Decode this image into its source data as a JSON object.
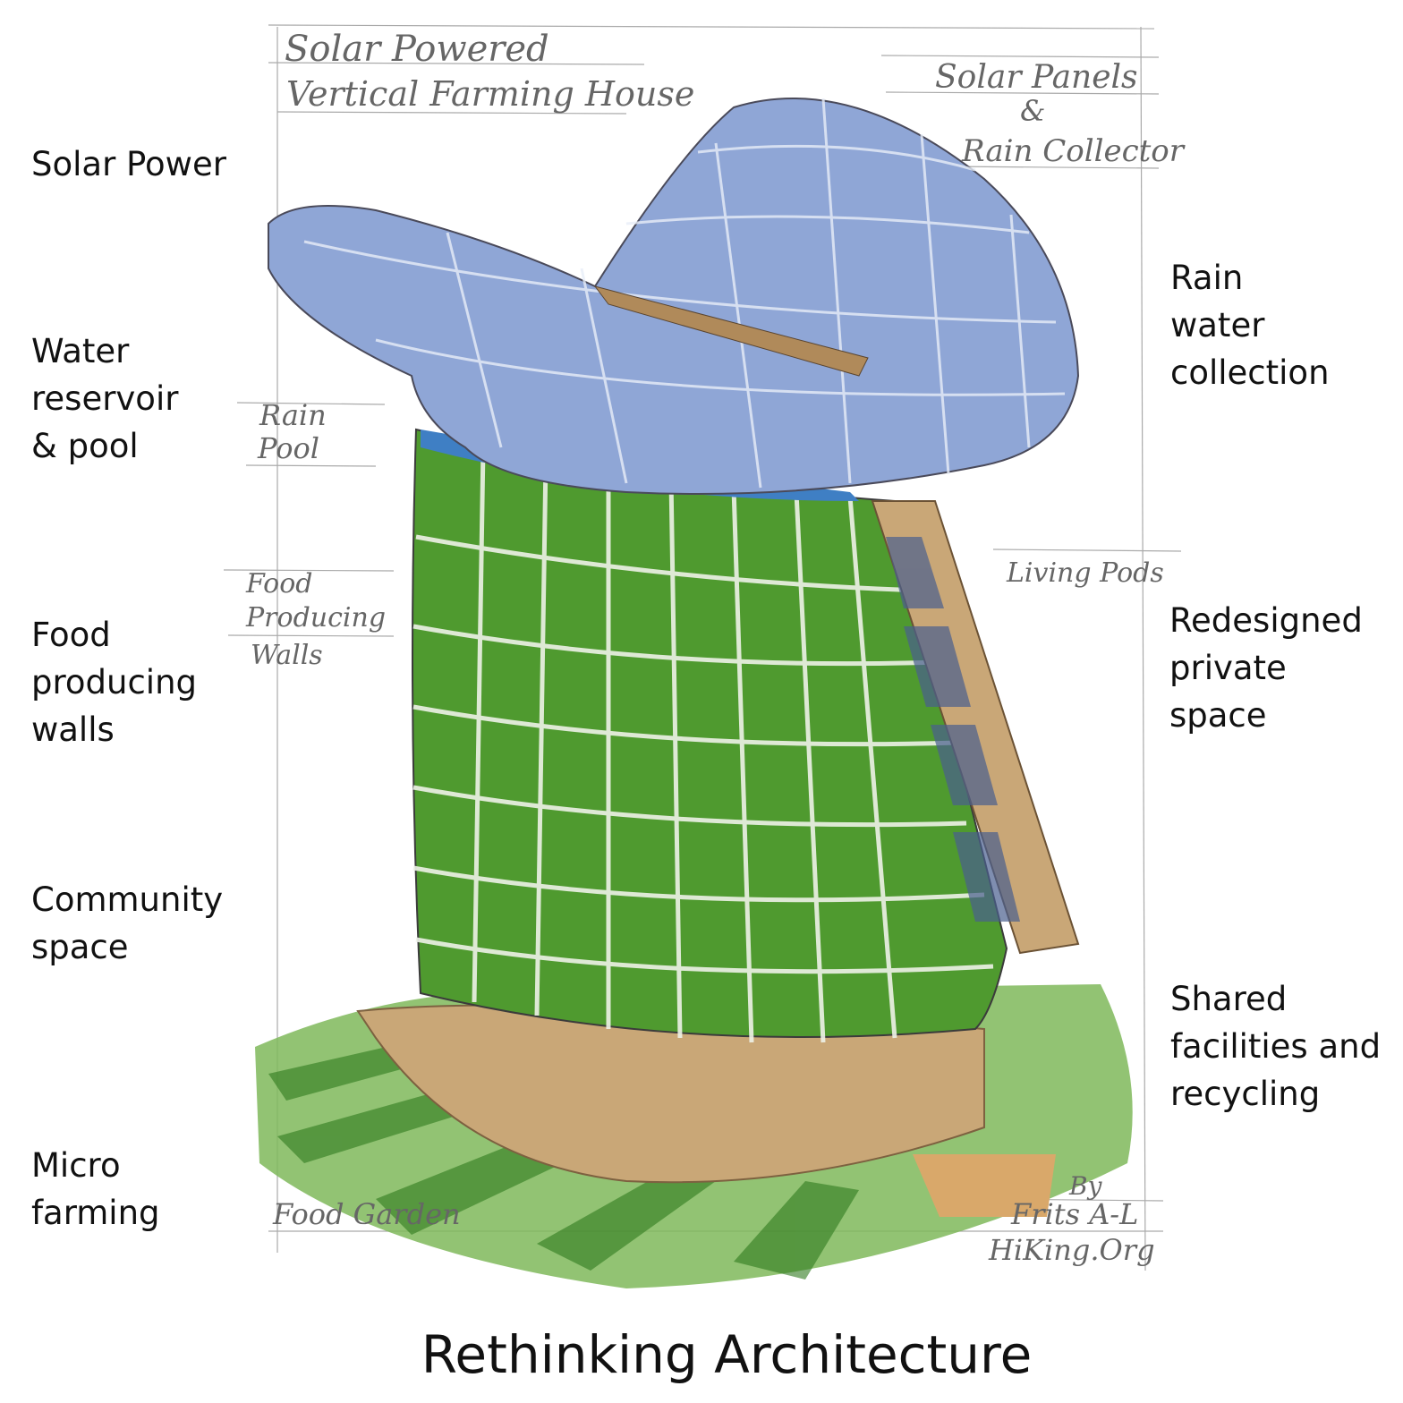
{
  "title": "Rethinking Architecture",
  "left_labels": [
    {
      "lines": [
        "Solar Power"
      ]
    },
    {
      "lines": [
        "Water",
        "reservoir",
        "& pool"
      ]
    },
    {
      "lines": [
        "Food",
        "producing",
        "walls"
      ]
    },
    {
      "lines": [
        "Community",
        "space"
      ]
    },
    {
      "lines": [
        "Micro",
        "farming"
      ]
    }
  ],
  "right_labels": [
    {
      "lines": [
        "Rain",
        "water",
        "collection"
      ]
    },
    {
      "lines": [
        "Redesigned",
        "private",
        "space"
      ]
    },
    {
      "lines": [
        "Shared",
        "facilities and",
        "recycling"
      ]
    }
  ],
  "sketch_notes": {
    "heading_1": "Solar Powered",
    "heading_2": "Vertical Farming House",
    "solar_1": "Solar Panels",
    "solar_2": "&",
    "solar_3": "Rain Collector",
    "rain_1": "Rain",
    "rain_2": "Pool",
    "food_1": "Food",
    "food_2": "Producing",
    "food_3": "Walls",
    "pods": "Living Pods",
    "garden": "Food Garden",
    "sig_1": "By",
    "sig_2": "Frits A-L",
    "sig_3": "HiKing.Org"
  },
  "colors": {
    "roof": "#8fa6d6",
    "greenery": "#4f9a2f",
    "wood": "#c9a777",
    "water": "#3f7fc4"
  }
}
